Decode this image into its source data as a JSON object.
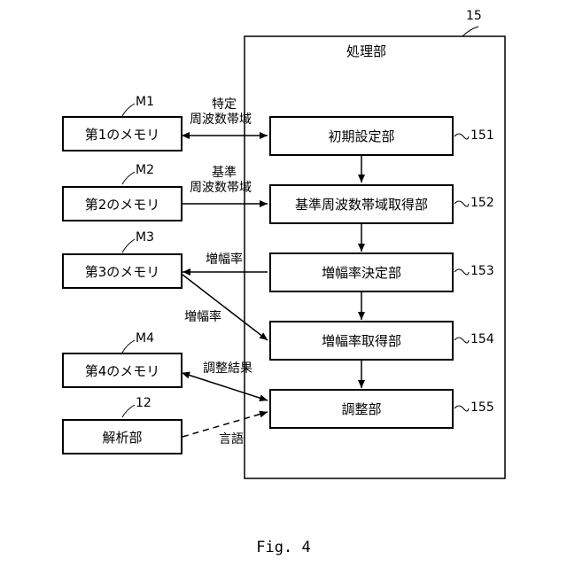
{
  "processor": {
    "title": "処理部",
    "ref": "15"
  },
  "steps": [
    {
      "label": "初期設定部",
      "ref": "151"
    },
    {
      "label": "基準周波数帯域取得部",
      "ref": "152"
    },
    {
      "label": "増幅率決定部",
      "ref": "153"
    },
    {
      "label": "増幅率取得部",
      "ref": "154"
    },
    {
      "label": "調整部",
      "ref": "155"
    }
  ],
  "memories": [
    {
      "label": "第1のメモリ",
      "ref": "M1"
    },
    {
      "label": "第2のメモリ",
      "ref": "M2"
    },
    {
      "label": "第3のメモリ",
      "ref": "M3"
    },
    {
      "label": "第4のメモリ",
      "ref": "M4"
    }
  ],
  "analyzer": {
    "label": "解析部",
    "ref": "12"
  },
  "edge_labels": {
    "specific_band_1": "特定",
    "specific_band_2": "周波数帯域",
    "reference_band_1": "基準",
    "reference_band_2": "周波数帯域",
    "gain_to_m3": "増幅率",
    "gain_from_m3": "増幅率",
    "adjust_result": "調整結果",
    "language": "言語"
  },
  "figure_caption": "Fig. 4"
}
